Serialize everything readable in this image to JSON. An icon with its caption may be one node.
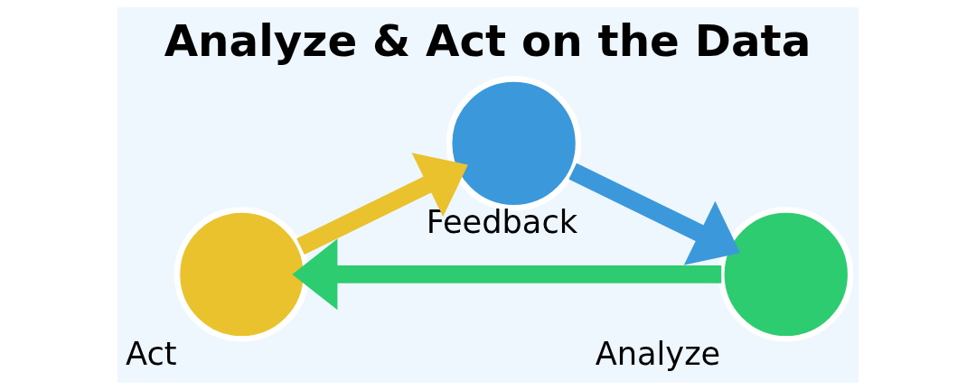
{
  "diagram": {
    "title": "Analyze & Act on the Data",
    "nodes": [
      {
        "text": [
          "Feedback"
        ]
      },
      {
        "text": [
          "Analyze"
        ]
      },
      {
        "text": [
          "Act"
        ]
      }
    ],
    "edges": [
      {
        "from": 0,
        "to": 1,
        "arrow": "to",
        "color": "#3a98db"
      },
      {
        "from": 1,
        "to": 2,
        "arrow": "to",
        "color": "#2ecc71"
      },
      {
        "from": 2,
        "to": 0,
        "arrow": "to",
        "color": "#e9c22e"
      }
    ]
  }
}
